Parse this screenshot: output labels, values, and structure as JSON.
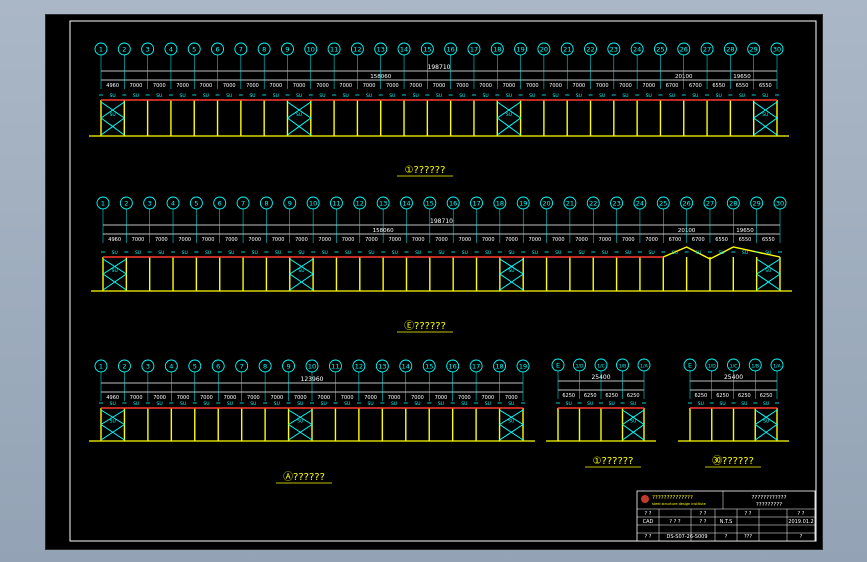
{
  "colors": {
    "background": "#000000",
    "frame": "#ffffff",
    "axis_bubble": "#00ffff",
    "dim_line": "#ffffff",
    "column": "#ffff00",
    "beam": "#ff3b30",
    "brace": "#00ffff",
    "ground": "#ffff00",
    "label": "#ffff00",
    "text": "#ffffff"
  },
  "elevations": [
    {
      "id": "elev-1",
      "axes": [
        "1",
        "2",
        "3",
        "4",
        "5",
        "6",
        "7",
        "8",
        "9",
        "10",
        "11",
        "12",
        "13",
        "14",
        "15",
        "16",
        "17",
        "18",
        "19",
        "20",
        "21",
        "22",
        "23",
        "24",
        "25",
        "26",
        "27",
        "28",
        "29",
        "30"
      ],
      "spans": [
        "4960",
        "7000",
        "7000",
        "7000",
        "7000",
        "7000",
        "7000",
        "7000",
        "7000",
        "7000",
        "7000",
        "7000",
        "7000",
        "7000",
        "7000",
        "7000",
        "7000",
        "7000",
        "7000",
        "7000",
        "7000",
        "7000",
        "7000",
        "7000",
        "6700",
        "6700",
        "6550",
        "6550",
        "6550"
      ],
      "overall": "198710",
      "subtotals": [
        "158060",
        "20100",
        "19650"
      ],
      "braced_bays": [
        0,
        8,
        17,
        28
      ],
      "title_marker": "①",
      "title": "??????"
    },
    {
      "id": "elev-2",
      "axes": [
        "1",
        "2",
        "3",
        "4",
        "5",
        "6",
        "7",
        "8",
        "9",
        "10",
        "11",
        "12",
        "13",
        "14",
        "15",
        "16",
        "17",
        "18",
        "19",
        "20",
        "21",
        "22",
        "23",
        "24",
        "25",
        "26",
        "27",
        "28",
        "29",
        "30"
      ],
      "spans": [
        "4960",
        "7000",
        "7000",
        "7000",
        "7000",
        "7000",
        "7000",
        "7000",
        "7000",
        "7000",
        "7000",
        "7000",
        "7000",
        "7000",
        "7000",
        "7000",
        "7000",
        "7000",
        "7000",
        "7000",
        "7000",
        "7000",
        "7000",
        "7000",
        "6700",
        "6700",
        "6550",
        "6550",
        "6550"
      ],
      "overall": "198710",
      "subtotals": [
        "158060",
        "20100",
        "19650"
      ],
      "braced_bays": [
        0,
        8,
        17,
        28
      ],
      "title_marker": "Ⓔ",
      "title": "??????"
    },
    {
      "id": "elev-3",
      "axes": [
        "1",
        "2",
        "3",
        "4",
        "5",
        "6",
        "7",
        "8",
        "9",
        "10",
        "11",
        "12",
        "13",
        "14",
        "15",
        "16",
        "17",
        "18",
        "19"
      ],
      "spans": [
        "4960",
        "7000",
        "7000",
        "7000",
        "7000",
        "7000",
        "7000",
        "7000",
        "7000",
        "7000",
        "7000",
        "7000",
        "7000",
        "7000",
        "7000",
        "7000",
        "7000",
        "7000"
      ],
      "overall": "123960",
      "subtotals": [],
      "braced_bays": [
        0,
        8,
        17
      ],
      "title_marker": "Ⓐ",
      "title": "??????"
    },
    {
      "id": "elev-4",
      "axes": [
        "E",
        "1/D",
        "1/C",
        "1/B",
        "1/A"
      ],
      "spans": [
        "6250",
        "6250",
        "6250",
        "6250"
      ],
      "overall": "25400",
      "subtotals": [],
      "braced_bays": [
        3
      ],
      "title_marker": "①",
      "title": "??????"
    },
    {
      "id": "elev-5",
      "axes": [
        "E",
        "1/D",
        "1/C",
        "1/B",
        "1/A"
      ],
      "spans": [
        "6250",
        "6250",
        "6250",
        "6250"
      ],
      "overall": "25400",
      "subtotals": [],
      "braced_bays": [
        3
      ],
      "title_marker": "㉚",
      "title": "??????"
    }
  ],
  "beam_label": "SU",
  "title_block": {
    "company": "??????????????",
    "company_sub": "steel structure design institute",
    "project": "????????????",
    "drawing_name": "?????????",
    "row1": [
      "?  ?",
      "?  ?",
      "?  ?",
      "?  ?"
    ],
    "row2_label": "CAD",
    "row2": [
      "?  ?  ?",
      "?  ?",
      "N.T.S",
      "2019.01.2"
    ],
    "row3": [
      "?  ?",
      "DS-S07-26-S009",
      "?",
      "???",
      "?"
    ]
  }
}
